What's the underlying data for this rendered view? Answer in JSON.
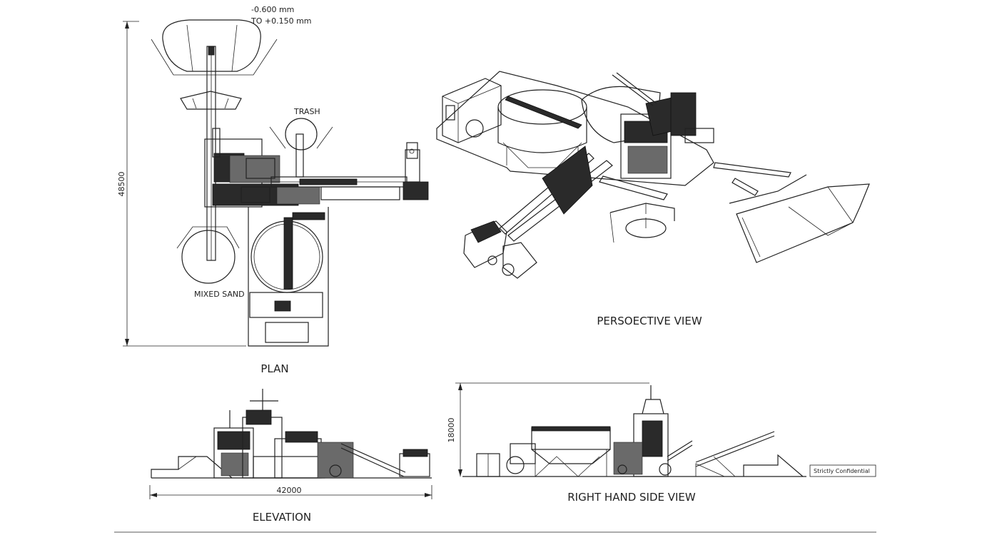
{
  "labels": {
    "spec_top": "-0.600 mm",
    "spec_bottom": "TO +0.150 mm",
    "trash": "TRASH",
    "mixed_sand": "MIXED SAND",
    "plan": "PLAN",
    "perspective_view": "PERSOECTIVE VIEW",
    "elevation": "ELEVATION",
    "right_hand_side_view": "RIGHT HAND SIDE VIEW",
    "confidential": "Strictly Confidential"
  },
  "dimensions": {
    "plan_height": "48500",
    "elevation_width": "42000",
    "side_height": "18000"
  }
}
